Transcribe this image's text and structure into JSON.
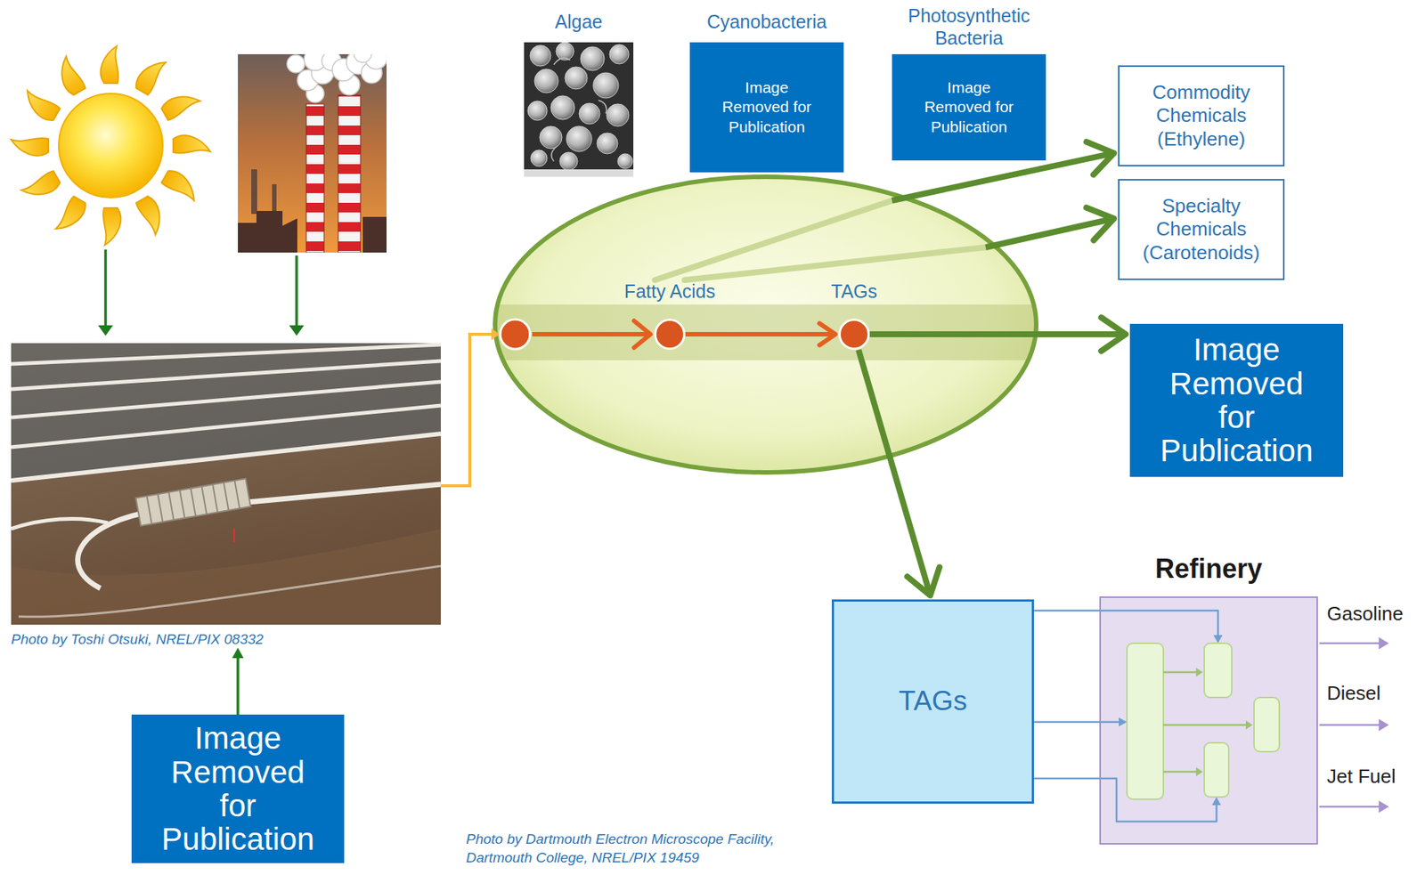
{
  "diagram": {
    "nodes": [
      {
        "text": [
          "Algae"
        ]
      },
      {
        "text": [
          "Cyanobacteria",
          "Image Removed for Publication"
        ]
      },
      {
        "text": [
          "Photosynthetic Bacteria",
          "Image Removed for Publication"
        ]
      },
      {
        "text": [
          "Commodity Chemicals (Ethylene)"
        ]
      },
      {
        "text": [
          "Specialty Chemicals (Carotenoids)"
        ]
      },
      {
        "text": [
          "Photo by Toshi Otsuki, NREL/PIX 08332"
        ]
      },
      {
        "text": [
          "Fatty Acids"
        ]
      },
      {
        "text": [
          "TAGs"
        ]
      },
      {
        "text": [
          "Image Removed for Publication"
        ]
      },
      {
        "text": [
          "Refinery"
        ]
      },
      {
        "text": [
          "TAGs"
        ]
      },
      {
        "text": [
          "Image Removed for Publication"
        ]
      }
    ],
    "edges": [
      {
        "from": 11,
        "to": 5,
        "arrow": "to"
      },
      {
        "from": 6,
        "to": 7,
        "arrow": "to"
      },
      {
        "from": 6,
        "to": 3,
        "arrow": "to"
      },
      {
        "from": 6,
        "to": 4,
        "arrow": "to"
      },
      {
        "from": 7,
        "to": 8,
        "arrow": "to"
      },
      {
        "from": 7,
        "to": 10,
        "arrow": "to"
      },
      {
        "from": 10,
        "to": 9,
        "arrow": "to"
      },
      {
        "from": 10,
        "to": 9,
        "arrow": "to"
      },
      {
        "from": 10,
        "to": 9,
        "arrow": "to"
      }
    ],
    "labels": [
      "Gasoline",
      "Diesel",
      "Jet Fuel",
      "Photo by Dartmouth Electron Microscope Facility, Dartmouth College, NREL/PIX 19459"
    ]
  }
}
